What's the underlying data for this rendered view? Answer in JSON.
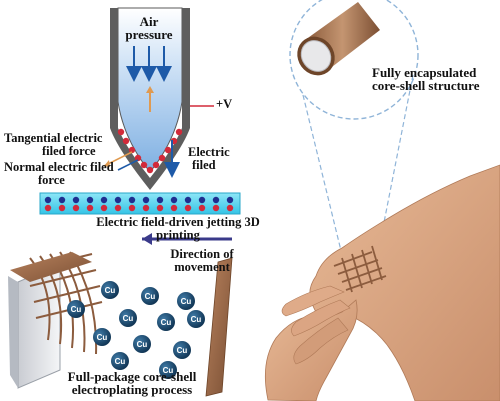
{
  "colors": {
    "nozzle_blue": "#9fc4ea",
    "nozzle_edge": "#555555",
    "droplet_red": "#d22a3a",
    "bed_cyan": "#4fd3ee",
    "dot_blue": "#1f2f8f",
    "fiber_brown": "#9a6a4a",
    "skin": "#d8a683",
    "cu_ion": "#1b4d73",
    "dashed_circle": "#8fb4d8",
    "arrow_orange": "#e09a50"
  },
  "labels": {
    "air_pressure": [
      "Air",
      "pressure"
    ],
    "voltage": "+V",
    "tangential_force": [
      "Tangential electric",
      "filed force"
    ],
    "normal_force": [
      "Normal electric filed",
      "force"
    ],
    "electric_field": [
      "Electric",
      "filed"
    ],
    "jetting_printing": [
      "Electric field-driven jetting 3D",
      "printing"
    ],
    "direction": [
      "Direction of",
      "movement"
    ],
    "electroplating": [
      "Full-package core-shell",
      "electroplating process"
    ],
    "core_shell": [
      "Fully encapsulated",
      "core-shell structure"
    ]
  },
  "cu_ions": [
    "Cu",
    "Cu",
    "Cu",
    "Cu",
    "Cu",
    "Cu",
    "Cu",
    "Cu",
    "Cu",
    "Cu",
    "Cu",
    "Cu"
  ],
  "icons": [
    "arrow-down-icon",
    "arrow-up-icon",
    "plus-v-icon",
    "leftward-arrow-icon"
  ]
}
